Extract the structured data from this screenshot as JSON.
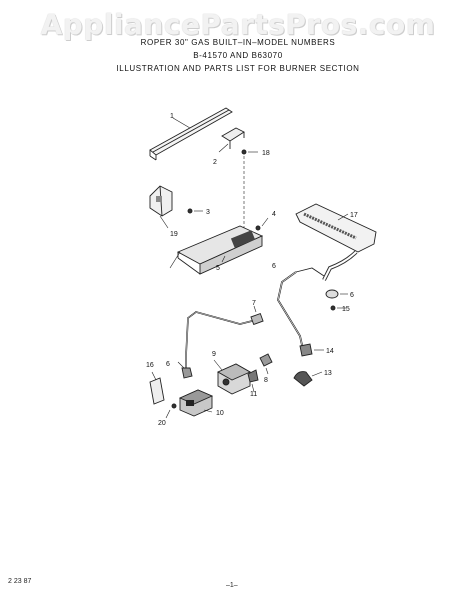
{
  "watermark": "AppliancePartsPros.com",
  "header": {
    "line1": "ROPER 30\" GAS BUILT–IN–MODEL NUMBERS",
    "line2": "B-41570 AND B63070",
    "line3": "ILLUSTRATION AND PARTS LIST FOR BURNER SECTION"
  },
  "callouts": {
    "c1": "1",
    "c2": "2",
    "c3": "3",
    "c4": "4",
    "c5": "5",
    "c6a": "6",
    "c6b": "6",
    "c6c": "6",
    "c7": "7",
    "c8": "8",
    "c9": "9",
    "c10": "10",
    "c11": "11",
    "c13": "13",
    "c14": "14",
    "c15": "15",
    "c17": "17",
    "c18": "18",
    "c19": "19",
    "c20": "20"
  },
  "footer": {
    "code": "2 23 87",
    "page": "–1–"
  }
}
